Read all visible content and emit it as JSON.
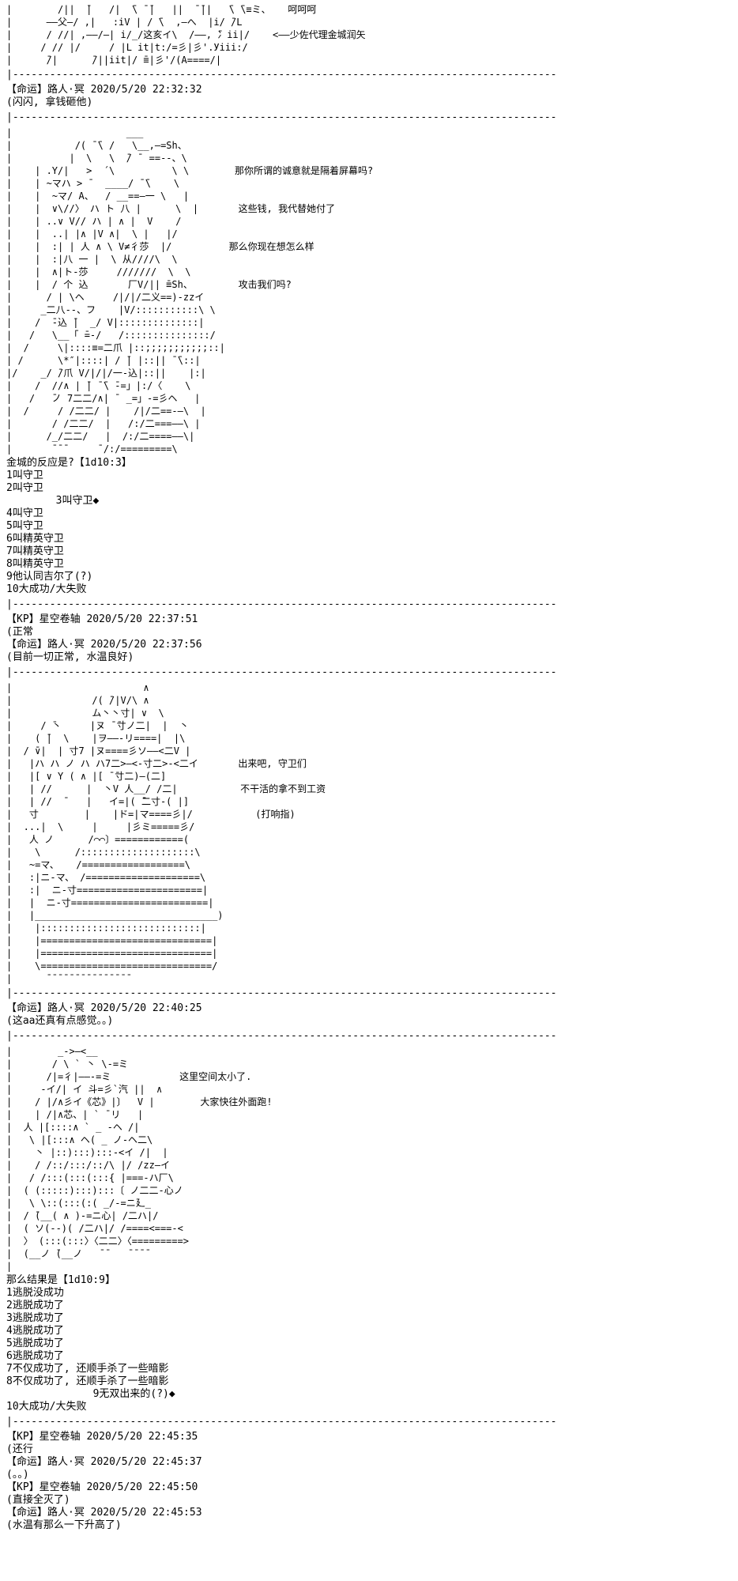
{
  "page": {
    "background": "#ffffff",
    "text_color": "#000000"
  },
  "separator": "|----------------------------------------------------------------------------------------",
  "blocks": [
    {
      "type": "aa",
      "name": "ascii-art-top-kaneshiro",
      "lines": [
        "|        /||  ̄|   /|  ̄\\ ̄ ̄|   ||  ̄ ̄||   ̄\\ ̄\\≡ミ、   呵呵呵",
        "|      ――父―/ ,|   :iV | / ̄\\  ,―へ  |i/ ̄/L",
        "|      / //| ,――/―| i/_/这亥イ\\  /――, ̄冫ii|/    <――少佐代理金城润矢",
        "|     / // |/     / |L it|t:/=彡|彡'.Уiii:/",
        "|      ̄/|      ̄/||iit|/ ̄≡|彡'/(A====/|"
      ]
    },
    {
      "type": "separator"
    },
    {
      "type": "message",
      "author": "【命运】路人·冥",
      "timestamp": "2020/5/20 22:32:32",
      "body": "(闪闪, 拿钱砸他)"
    },
    {
      "type": "separator"
    },
    {
      "type": "aa",
      "name": "ascii-art-gilgamesh",
      "lines": [
        "|                    ___",
        "|           /( ̄ ̄\\ /   \\__,―=Sh、",
        "|          |  \\   \\  ̄/ ̄  ==--、\\",
        "|    | .Y/|   >  ´\\          \\ \\        那你所谓的诚意就是隔着屏幕吗?",
        "|    | ~マハ > ̄   ____/ ̄ ̄\\    \\",
        "|    |  ~マ/ A、  / __==―一 \\   |",
        "|    |  ∨\\//〉 ハ ト 八 |      \\  |       这些钱, 我代替她付了",
        "|    | ..∨ V// ハ | ∧ |  V    /",
        "|    |  ..| |∧ |V ∧|  \\ |   |/",
        "|    |  :| | 人 ∧ \\ V≠彳莎  |/          那么你现在想怎么样",
        "|    |  :|八 一 |  \\ 从////\\  \\",
        "|    |  ∧|ト-莎     ///////  \\  \\",
        "|    |  / 个 込       厂V/|| ̄≡Sh、        攻击我们吗?",
        "|      / | \\ヘ     /|/|/二义==)-zzイ",
        "|     _二八--、フ    |V/:::::::::::\\ \\",
        "|    /  ̄-込 ̄|  _/ V|::::::::::::::|",
        "|   /   \\__「 ̄=-/   /:::::::::::::::/",
        "|  /     \\|::::≡=二爪 |::;;;;;;;;;;;::|",
        "| /      \\*″|::::| / ̄| |::|| ̄ ̄\\::|",
        "|/    _/ ̄/爪 V/|/|/一-込|::||    |:|",
        "|    /  //∧ | ̄| ̄ ̄\\ ̄-=」|:/〈    \\",
        "|   /   ̄ノ 7二二/∧| ̄  _=」-=彡ヘ   |",
        "|  /     / /二二/ |    /|/二==-―\\  |",
        "|       / /二二/  |   /:/二===――\\ |",
        "|      /_/二二/   |  /:/二====――\\|",
        "|       ̄ ̄ ̄      ̄ /:/=========\\"
      ]
    },
    {
      "type": "dice",
      "title": "金城的反应是?【1d10:3】",
      "options": [
        {
          "text": "1叫守卫",
          "selected": false
        },
        {
          "text": "2叫守卫",
          "selected": false
        },
        {
          "text": "        3叫守卫◆",
          "selected": true
        },
        {
          "text": "4叫守卫",
          "selected": false
        },
        {
          "text": "5叫守卫",
          "selected": false
        },
        {
          "text": "6叫精英守卫",
          "selected": false
        },
        {
          "text": "7叫精英守卫",
          "selected": false
        },
        {
          "text": "8叫精英守卫",
          "selected": false
        },
        {
          "text": "9他认同吉尔了(?)",
          "selected": false
        },
        {
          "text": "10大成功/大失败",
          "selected": false
        }
      ]
    },
    {
      "type": "separator"
    },
    {
      "type": "message",
      "author": "【KP】星空卷轴",
      "timestamp": "2020/5/20 22:37:51",
      "body": "(正常"
    },
    {
      "type": "message",
      "author": "【命运】路人·冥",
      "timestamp": "2020/5/20 22:37:56",
      "body": "(目前一切正常, 水温良好)"
    },
    {
      "type": "separator"
    },
    {
      "type": "aa",
      "name": "ascii-art-summon-guards",
      "lines": [
        "|                       ∧",
        "|              /( ̄/|V/\\ ∧",
        "|              ム丶丶寸| ∨  \\",
        "|     / ̄丶     |ヌ ̄ ̄寸ノ二|  |  丶",
        "|    ( ̄|  \\    |ヲ――-リ====|  |\\",
        "|  / ̄∨|  | 寸7 |ヌ====彡ソ――<二V |",
        "|   |ハ ハ ノ ハ ハ7二>―<-寸二>-<二イ       出来吧, 守卫们",
        "|   |[ ∨ Y ( ∧ |[ ̄ ̄寸二)―(二]",
        "|   | //      |  丶V 人__/ /二|           不干活的拿不到工资",
        "|   | //  ̄    |   イ=|( ̄二寸-( |]",
        "|   寸        |    |ド=|マ====彡|/           (打响指)",
        "|  ...|  \\     |     |彡ミ=====彡/",
        "|   人 ノ      /⌒⌒〕============(",
        "|    \\      /::::::::::::::::::::\\",
        "|   ~=マ、   /==================\\",
        "|   :|ニ-マ、 /====================\\",
        "|   :|  ニ-寸======================|",
        "|   |  ニ-寸========================|",
        "|   |________________________________)",
        "|    |::::::::::::::::::::::::::::|",
        "|    |==============================|",
        "|    |==============================|",
        "|    \\==============================/",
        "|      ̄ ̄ ̄ ̄ ̄ ̄ ̄ ̄ ̄ ̄ ̄ ̄ ̄ ̄ ̄"
      ]
    },
    {
      "type": "separator"
    },
    {
      "type": "message",
      "author": "【命运】路人·冥",
      "timestamp": "2020/5/20 22:40:25",
      "body": "(这aa还真有点感觉。。)"
    },
    {
      "type": "separator"
    },
    {
      "type": "aa",
      "name": "ascii-art-escape-run",
      "lines": [
        "|        _->―<__",
        "|       / \\ ` 丶 \\-=ミ",
        "|      /|=彳|――-=ミ            这里空间太小了.",
        "|     -イ/| イ 斗=彡`汽 ||  ∧",
        "|    / |/∧彡イ《芯》|〕  V |        大家快往外面跑!",
        "|    | /|∧芯、| ` ̄ リ   |",
        "|  人 |[::::∧ ` _ -ヘ /|",
        "|   \\ |[:::∧ ヘ( _ ノ-ヘ二\\",
        "|    丶 |::):::):::-<イ /|  |",
        "|    / /::/:::/::/\\ |/ /zz―イ",
        "|   / /:::(:::(:::{ |===-ハ厂\\",
        "|  ( (:::::):::):::〔 ノ二二-心ノ",
        "|   \\ \\::(:::(:( _/-=ニ廴_",
        "|  / ̄(__( ∧ )-=ニ心| /二ハ|/",
        "|  ( ソ(--)( /二ハ|/ /====<===-<",
        "|  〉 (:::(:::〉〈二二〉〈=========>",
        "|  (__ノ ̄(__ノ   ̄ ̄    ̄ ̄ ̄ ̄",
        "|"
      ]
    },
    {
      "type": "dice",
      "title": "那么结果是【1d10:9】",
      "options": [
        {
          "text": "1逃脱没成功",
          "selected": false
        },
        {
          "text": "2逃脱成功了",
          "selected": false
        },
        {
          "text": "3逃脱成功了",
          "selected": false
        },
        {
          "text": "4逃脱成功了",
          "selected": false
        },
        {
          "text": "5逃脱成功了",
          "selected": false
        },
        {
          "text": "6逃脱成功了",
          "selected": false
        },
        {
          "text": "7不仅成功了, 还顺手杀了一些暗影",
          "selected": false
        },
        {
          "text": "8不仅成功了, 还顺手杀了一些暗影",
          "selected": false
        },
        {
          "text": "              9无双出来的(?)◆",
          "selected": true
        },
        {
          "text": "10大成功/大失败",
          "selected": false
        }
      ]
    },
    {
      "type": "separator"
    },
    {
      "type": "message",
      "author": "【KP】星空卷轴",
      "timestamp": "2020/5/20 22:45:35",
      "body": "(还行"
    },
    {
      "type": "message",
      "author": "【命运】路人·冥",
      "timestamp": "2020/5/20 22:45:37",
      "body": "(。。)"
    },
    {
      "type": "message",
      "author": "【KP】星空卷轴",
      "timestamp": "2020/5/20 22:45:50",
      "body": "(直接全灭了)"
    },
    {
      "type": "message",
      "author": "【命运】路人·冥",
      "timestamp": "2020/5/20 22:45:53",
      "body": "(水温有那么一下升高了)"
    }
  ]
}
